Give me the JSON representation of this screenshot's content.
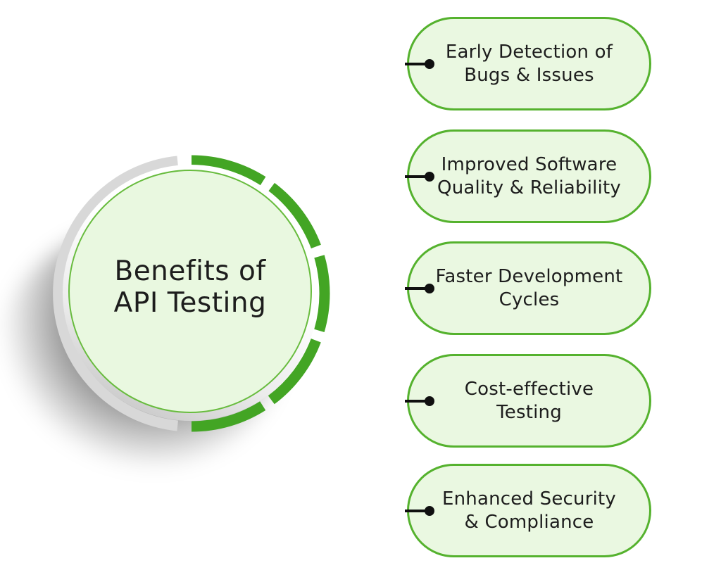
{
  "diagram_title": {
    "line1": "Benefits of",
    "line2": "API Testing"
  },
  "benefits": [
    {
      "line1": "Early Detection of",
      "line2": "Bugs & Issues"
    },
    {
      "line1": "Improved Software",
      "line2": "Quality & Reliability"
    },
    {
      "line1": "Faster Development",
      "line2": "Cycles"
    },
    {
      "line1": "Cost-effective",
      "line2": "Testing"
    },
    {
      "line1": "Enhanced Security",
      "line2": "& Compliance"
    }
  ],
  "ring": {
    "green_segments": 5,
    "gray_side": "left",
    "green_side": "right"
  },
  "colors": {
    "pill-fill": "#eaf8e1",
    "pill-border": "#55b22e",
    "arc-green": "#43a524",
    "arc-gray": "#d8d8d8",
    "circle-fill": "#e9f8e0",
    "circle-border": "#68bc3e",
    "text": "#1d1d1d",
    "connector": "#101010",
    "background": "#ffffff",
    "rim-gray": "#c6c6c6"
  }
}
